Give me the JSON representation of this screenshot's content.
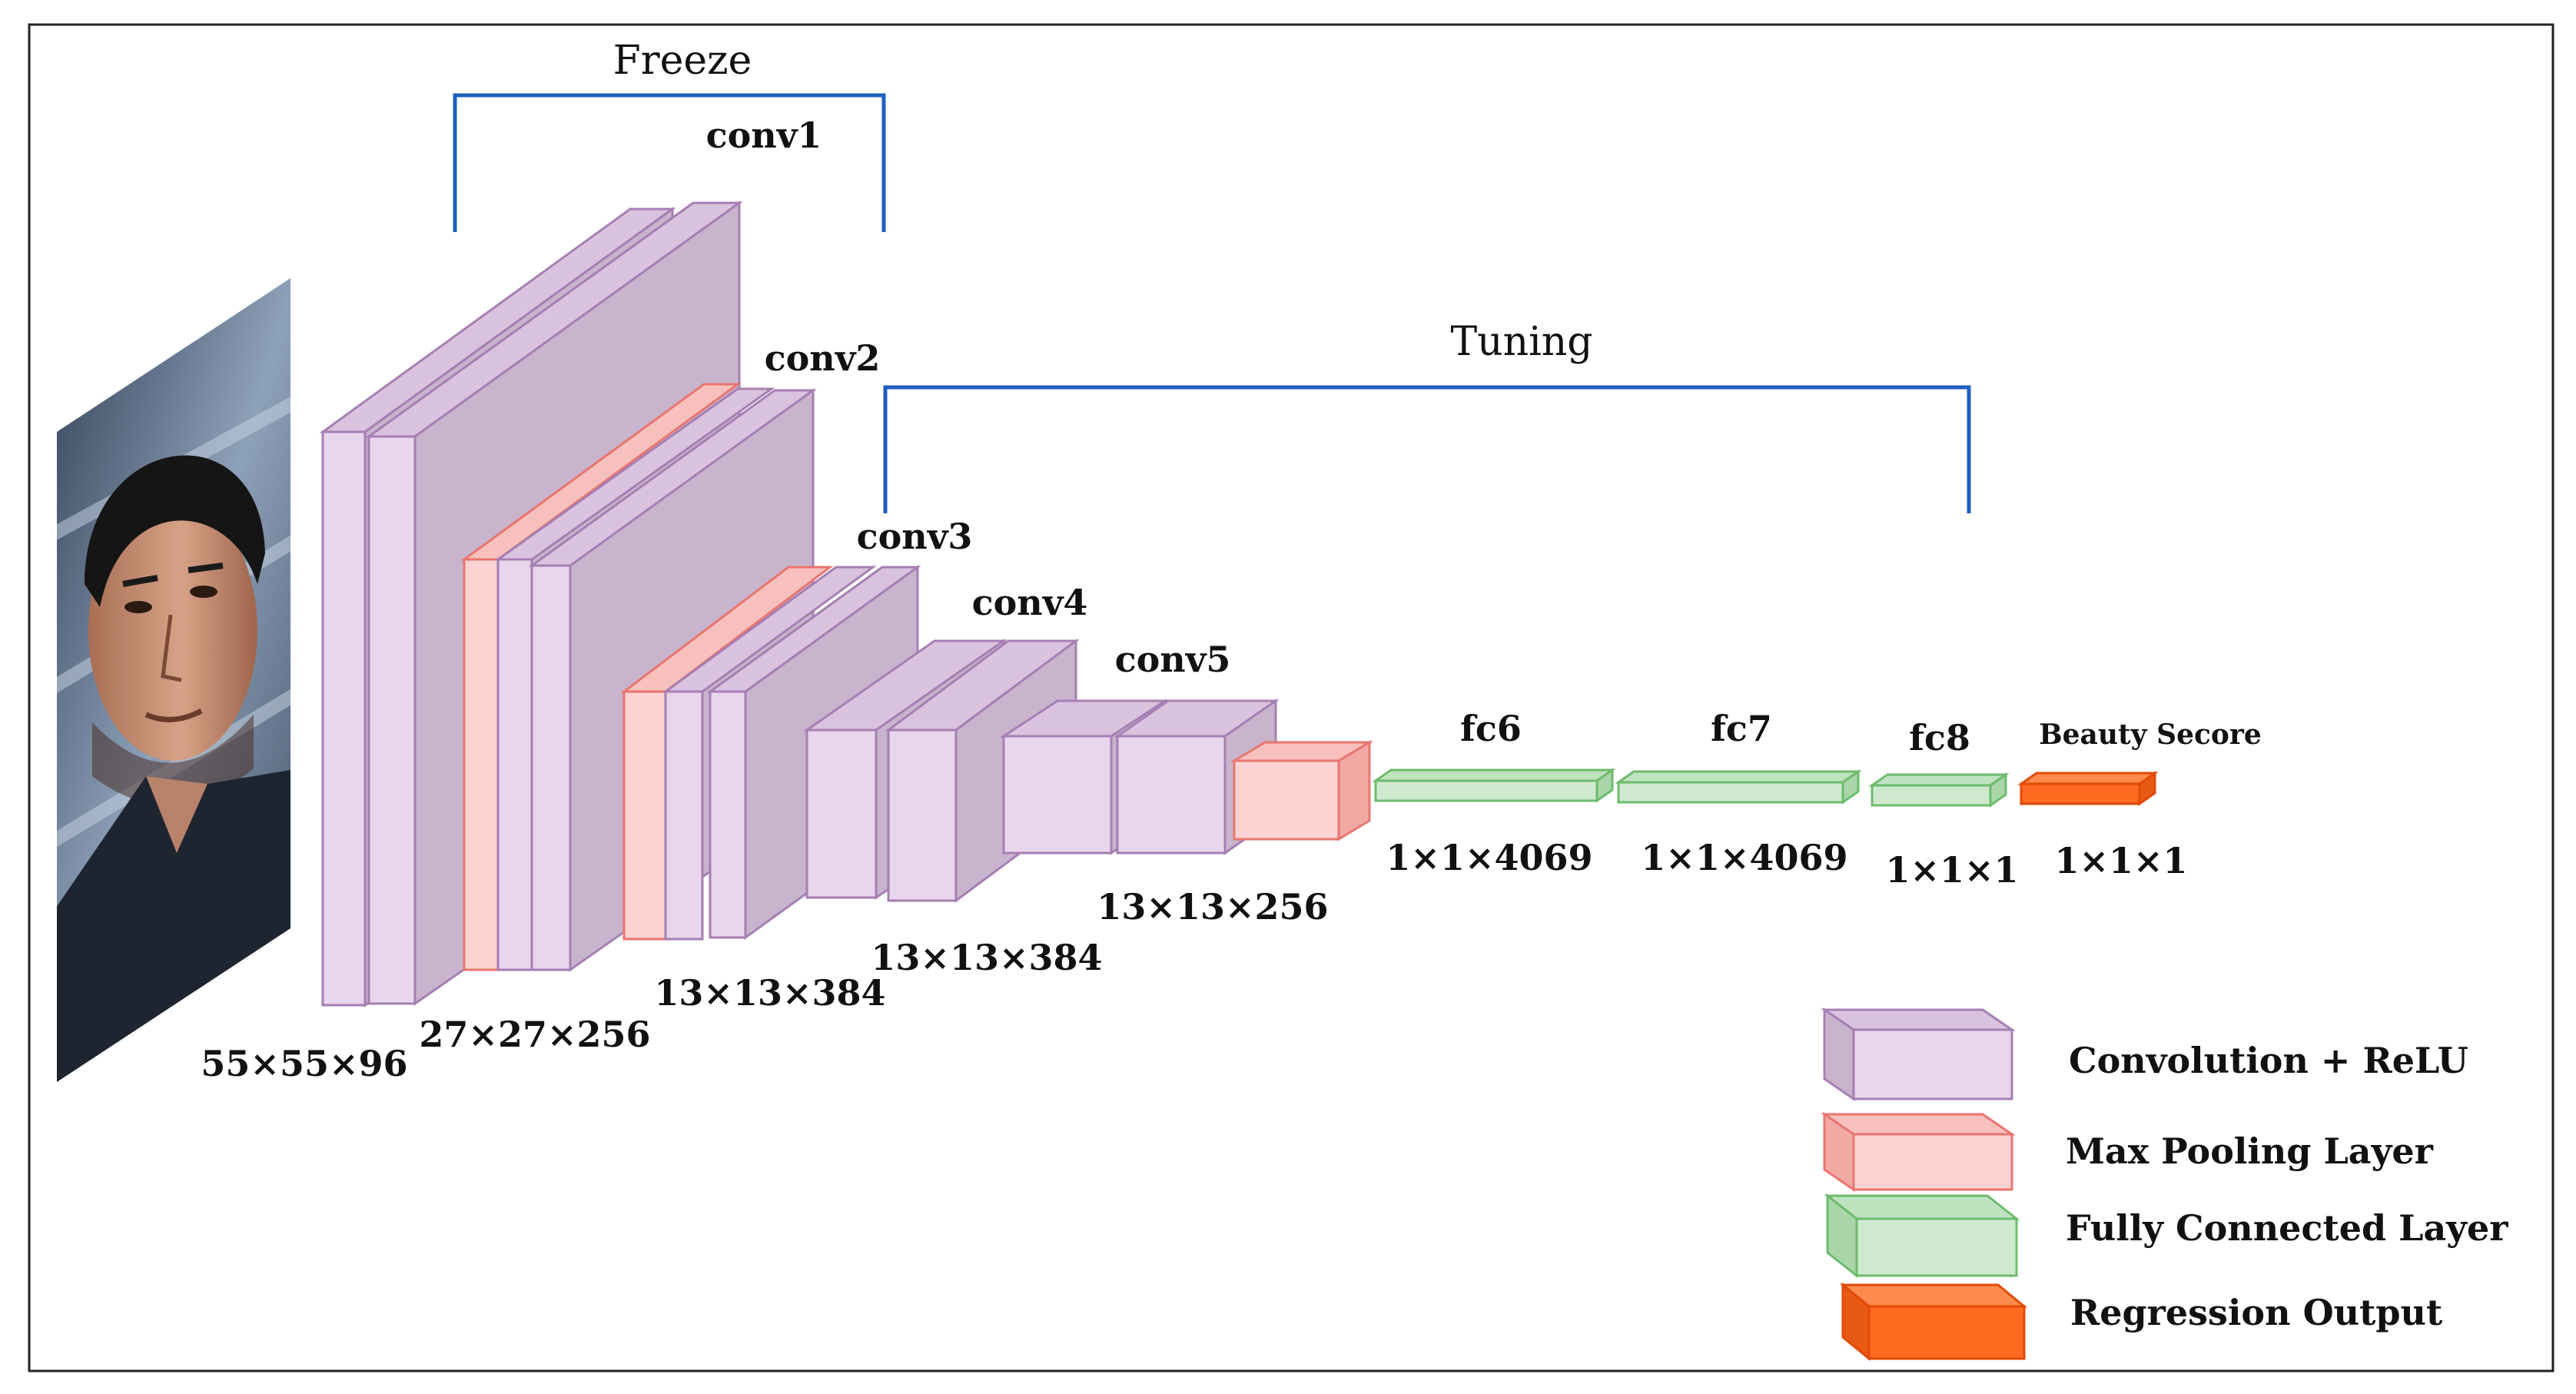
{
  "brackets": {
    "freeze": "Freeze",
    "tuning": "Tuning"
  },
  "layers": {
    "conv1": {
      "name": "conv1",
      "dims": "55×55×96"
    },
    "conv2": {
      "name": "conv2",
      "dims": "27×27×256"
    },
    "conv3": {
      "name": "conv3",
      "dims": "13×13×384"
    },
    "conv4": {
      "name": "conv4",
      "dims": "13×13×384"
    },
    "conv5": {
      "name": "conv5",
      "dims": "13×13×256"
    },
    "fc6": {
      "name": "fc6",
      "dims": "1×1×4069"
    },
    "fc7": {
      "name": "fc7",
      "dims": "1×1×4069"
    },
    "fc8": {
      "name": "fc8",
      "dims": "1×1×1"
    },
    "output": {
      "name": "Beauty Secore",
      "dims": "1×1×1"
    }
  },
  "legend": {
    "conv": "Convolution + ReLU",
    "pool": "Max Pooling Layer",
    "fc": "Fully Connected Layer",
    "reg": "Regression Output"
  },
  "colors": {
    "conv_front": "#e8d6ec",
    "conv_side": "#c8b4cc",
    "conv_top": "#d9c3de",
    "conv_stroke": "#a67fb3",
    "pool_front": "#fbd3d1",
    "pool_stroke": "#e9756f",
    "fc_front": "#cfe9cf",
    "fc_stroke": "#6dbb6d",
    "reg_front": "#ff6a21",
    "reg_stroke": "#e24a06",
    "bracket": "#1f5fbf"
  },
  "image": {
    "icon": "face-photo-icon"
  }
}
